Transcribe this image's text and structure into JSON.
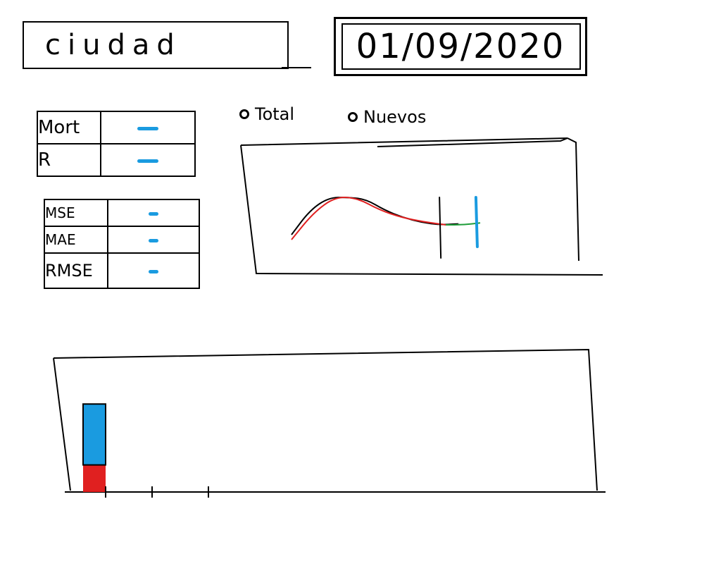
{
  "header": {
    "city_value": "ciudad",
    "date_value": "01/09/2020"
  },
  "filters": {
    "options": [
      {
        "label": "Total",
        "selected": false
      },
      {
        "label": "Nuevos",
        "selected": false
      }
    ]
  },
  "metrics_top": [
    {
      "label": "Mort",
      "value": "—"
    },
    {
      "label": "R",
      "value": "—"
    }
  ],
  "metrics_bottom": [
    {
      "label": "MSE",
      "value": "—"
    },
    {
      "label": "MAE",
      "value": "—"
    },
    {
      "label": "RMSE",
      "value": "—"
    }
  ],
  "colors": {
    "actual": "#000000",
    "fitted": "#e02020",
    "forecast": "#1f9d3a",
    "marker": "#1a9be0",
    "dash": "#1a9be0"
  },
  "chart_data": [
    {
      "type": "line",
      "series": [
        {
          "values": [
            0.1,
            0.6,
            0.85,
            0.86,
            0.82,
            0.6,
            0.45,
            0.35,
            0.3,
            0.32
          ]
        },
        {
          "values": [
            0.0,
            0.55,
            0.87,
            0.84,
            0.6,
            0.45,
            0.36,
            0.3
          ]
        },
        {
          "values": [
            0.3,
            0.3,
            0.34
          ]
        }
      ],
      "vertical_lines": [
        0.69,
        0.86
      ]
    },
    {
      "type": "bar",
      "series": [
        {
          "values": [
            0.8
          ]
        },
        {
          "values": [
            1.8
          ]
        }
      ],
      "ticks": 3
    }
  ]
}
